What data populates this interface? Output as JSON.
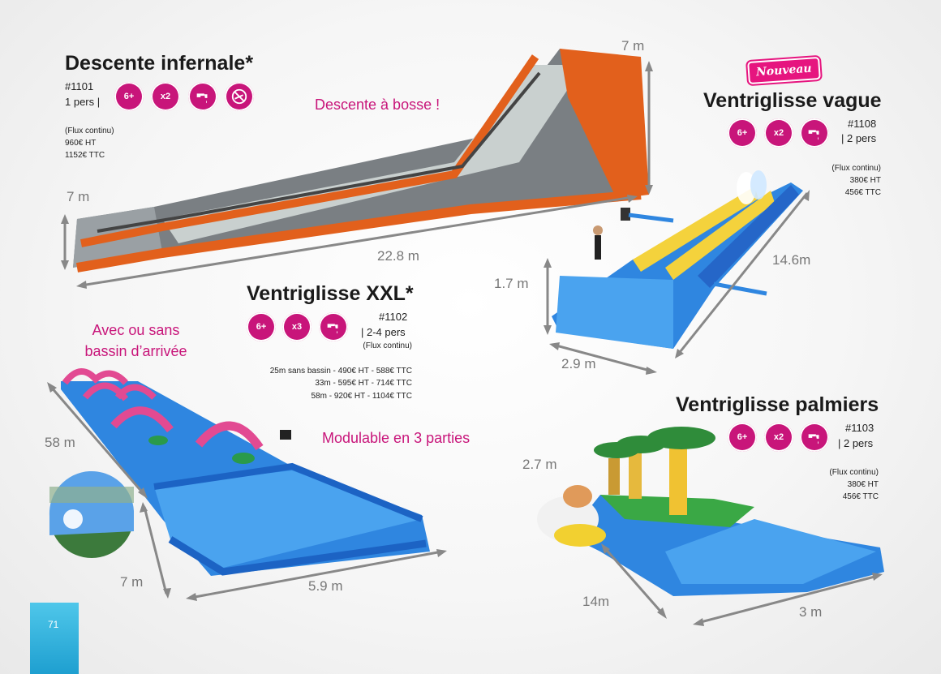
{
  "page_number": "71",
  "badge_labels": {
    "age": "6+",
    "persons2": "x2",
    "persons3": "x3"
  },
  "products": {
    "descente": {
      "title": "Descente infernale*",
      "ref": "#1101",
      "persons": "1 pers |",
      "flux": "(Flux continu)",
      "price_ht": "960€ HT",
      "price_ttc": "1152€ TTC",
      "tagline": "Descente à bosse !",
      "dim_height": "7 m",
      "dim_side": "7 m",
      "dim_length": "22.8 m"
    },
    "vague": {
      "new_badge": "Nouveau",
      "title": "Ventriglisse vague",
      "ref": "#1108",
      "persons": "| 2 pers",
      "flux": "(Flux continu)",
      "price_ht": "380€ HT",
      "price_ttc": "456€ TTC",
      "dim_height": "1.7 m",
      "dim_width": "2.9 m",
      "dim_length": "14.6m"
    },
    "xxl": {
      "title": "Ventriglisse XXL*",
      "ref": "#1102",
      "persons": "| 2-4 pers",
      "flux": "(Flux continu)",
      "options": [
        "25m sans bassin - 490€ HT - 588€ TTC",
        "33m - 595€ HT - 714€ TTC",
        "58m - 920€ HT - 1104€ TTC"
      ],
      "note1_line1": "Avec ou sans",
      "note1_line2": "bassin d’arrivée",
      "note2": "Modulable en 3 parties",
      "dim_length": "58 m",
      "dim_side": "7 m",
      "dim_width": "5.9 m"
    },
    "palmiers": {
      "title": "Ventriglisse palmiers",
      "ref": "#1103",
      "persons": "| 2 pers",
      "flux": "(Flux continu)",
      "price_ht": "380€ HT",
      "price_ttc": "456€ TTC",
      "dim_height": "2.7 m",
      "dim_length": "14m",
      "dim_width": "3 m"
    }
  },
  "colors": {
    "accent": "#c8157a",
    "slide_blue": "#1f6fd6",
    "slide_orange": "#e2601c",
    "page_tab": "#2aaee0"
  }
}
